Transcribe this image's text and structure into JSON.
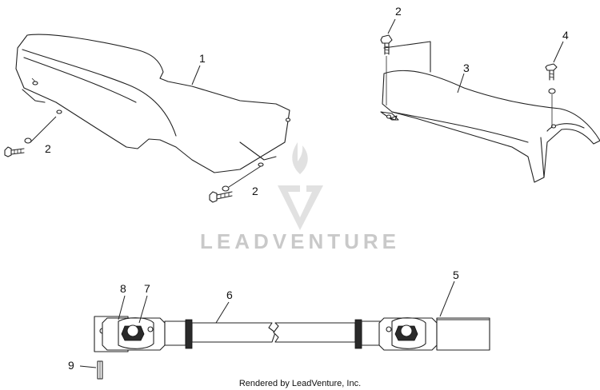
{
  "watermark": {
    "brand_text": "LEADVENTURE"
  },
  "footer": {
    "credit": "Rendered by LeadVenture, Inc."
  },
  "callouts": [
    {
      "id": "c1",
      "label": "1"
    },
    {
      "id": "c2a",
      "label": "2"
    },
    {
      "id": "c2b",
      "label": "2"
    },
    {
      "id": "c2c",
      "label": "2"
    },
    {
      "id": "c3",
      "label": "3"
    },
    {
      "id": "c4",
      "label": "4"
    },
    {
      "id": "c5",
      "label": "5"
    },
    {
      "id": "c6",
      "label": "6"
    },
    {
      "id": "c7",
      "label": "7"
    },
    {
      "id": "c8",
      "label": "8"
    },
    {
      "id": "c9",
      "label": "9"
    }
  ],
  "colors": {
    "line": "#222222",
    "watermark": "#c9c9c9",
    "background": "#ffffff"
  },
  "icons": {
    "watermark_logo": "leadventure-flame-v-logo-icon"
  }
}
